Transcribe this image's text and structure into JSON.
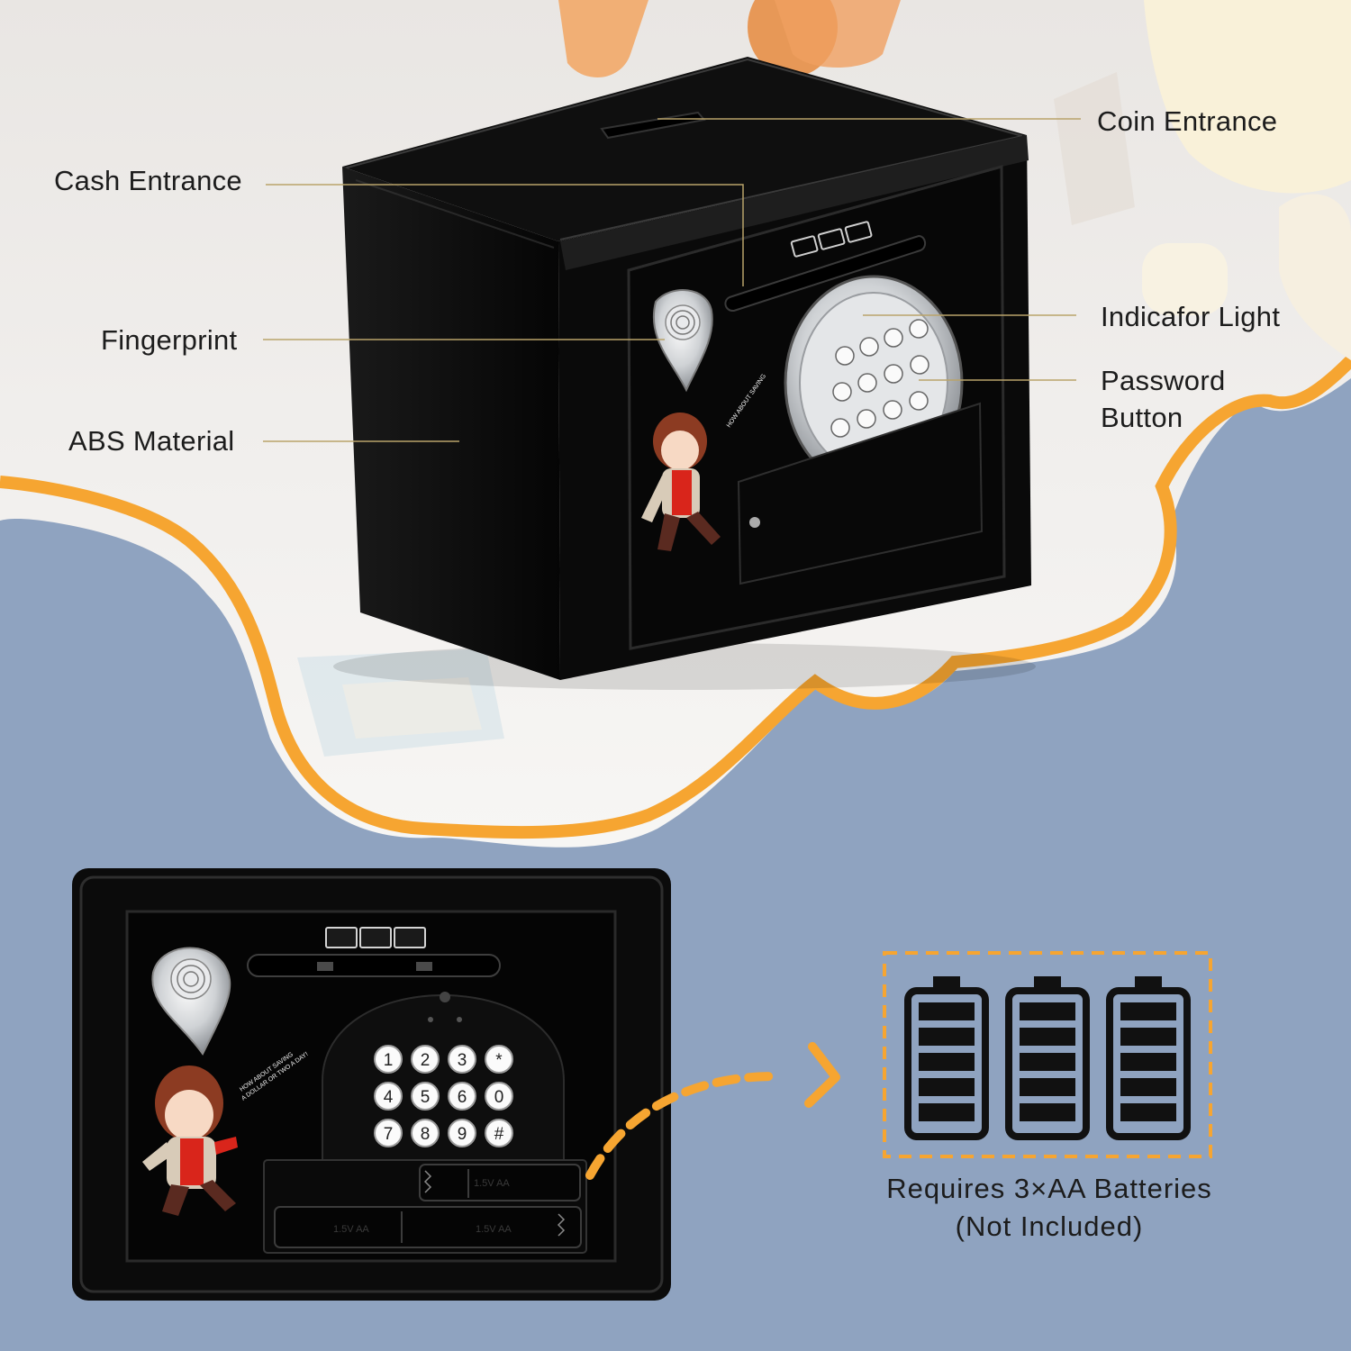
{
  "callouts": {
    "coin_entrance": "Coin Entrance",
    "cash_entrance": "Cash Entrance",
    "fingerprint": "Fingerprint",
    "indicator_light": "Indicafor Light",
    "password_button_line1": "Password",
    "password_button_line2": "Button",
    "abs_material": "ABS Material"
  },
  "keypad": {
    "keys": [
      "1",
      "2",
      "3",
      "*",
      "4",
      "5",
      "6",
      "0",
      "7",
      "8",
      "9",
      "#"
    ]
  },
  "sticker_text": {
    "line1": "HOW ABOUT SAVING",
    "line2": "A DOLLAR OR TWO A DAY!"
  },
  "battery_labels": [
    "1.5V AA",
    "1.5V AA",
    "1.5V AA"
  ],
  "battery_info": {
    "line1": "Requires 3×AA Batteries",
    "line2": "(Not Included)",
    "battery_count": 3
  },
  "colors": {
    "background_blue": "#8fa3c0",
    "cloud_white": "#f4f3f1",
    "accent_orange": "#f6a531",
    "safe_black": "#0b0b0b",
    "callout_line": "#b9a36a"
  },
  "icons": {
    "fingerprint": "fingerprint-icon",
    "battery": "battery-icon",
    "arrow": "dashed-arrow-icon",
    "cash_bill": "cash-bill-icon"
  }
}
